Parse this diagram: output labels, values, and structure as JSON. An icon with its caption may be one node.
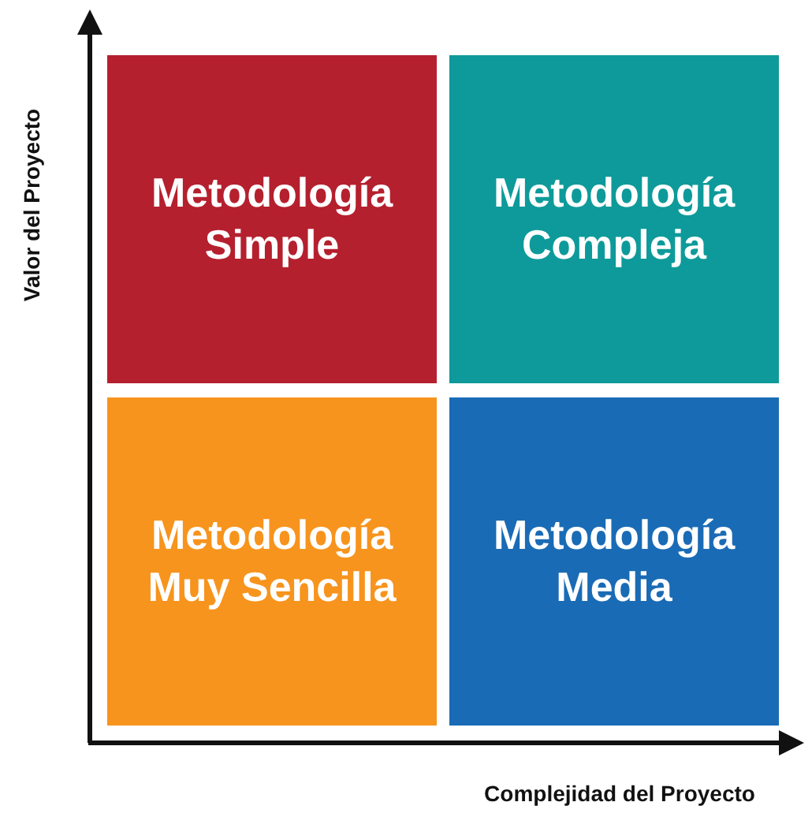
{
  "diagram": {
    "nodes": [
      {
        "text": [
          "Metodología Simple"
        ]
      },
      {
        "text": [
          "Metodología Compleja"
        ]
      },
      {
        "text": [
          "Metodología Muy Sencilla"
        ]
      },
      {
        "text": [
          "Metodología Media"
        ]
      }
    ],
    "labels": [
      "Valor del Proyecto",
      "Complejidad del Proyecto"
    ]
  }
}
